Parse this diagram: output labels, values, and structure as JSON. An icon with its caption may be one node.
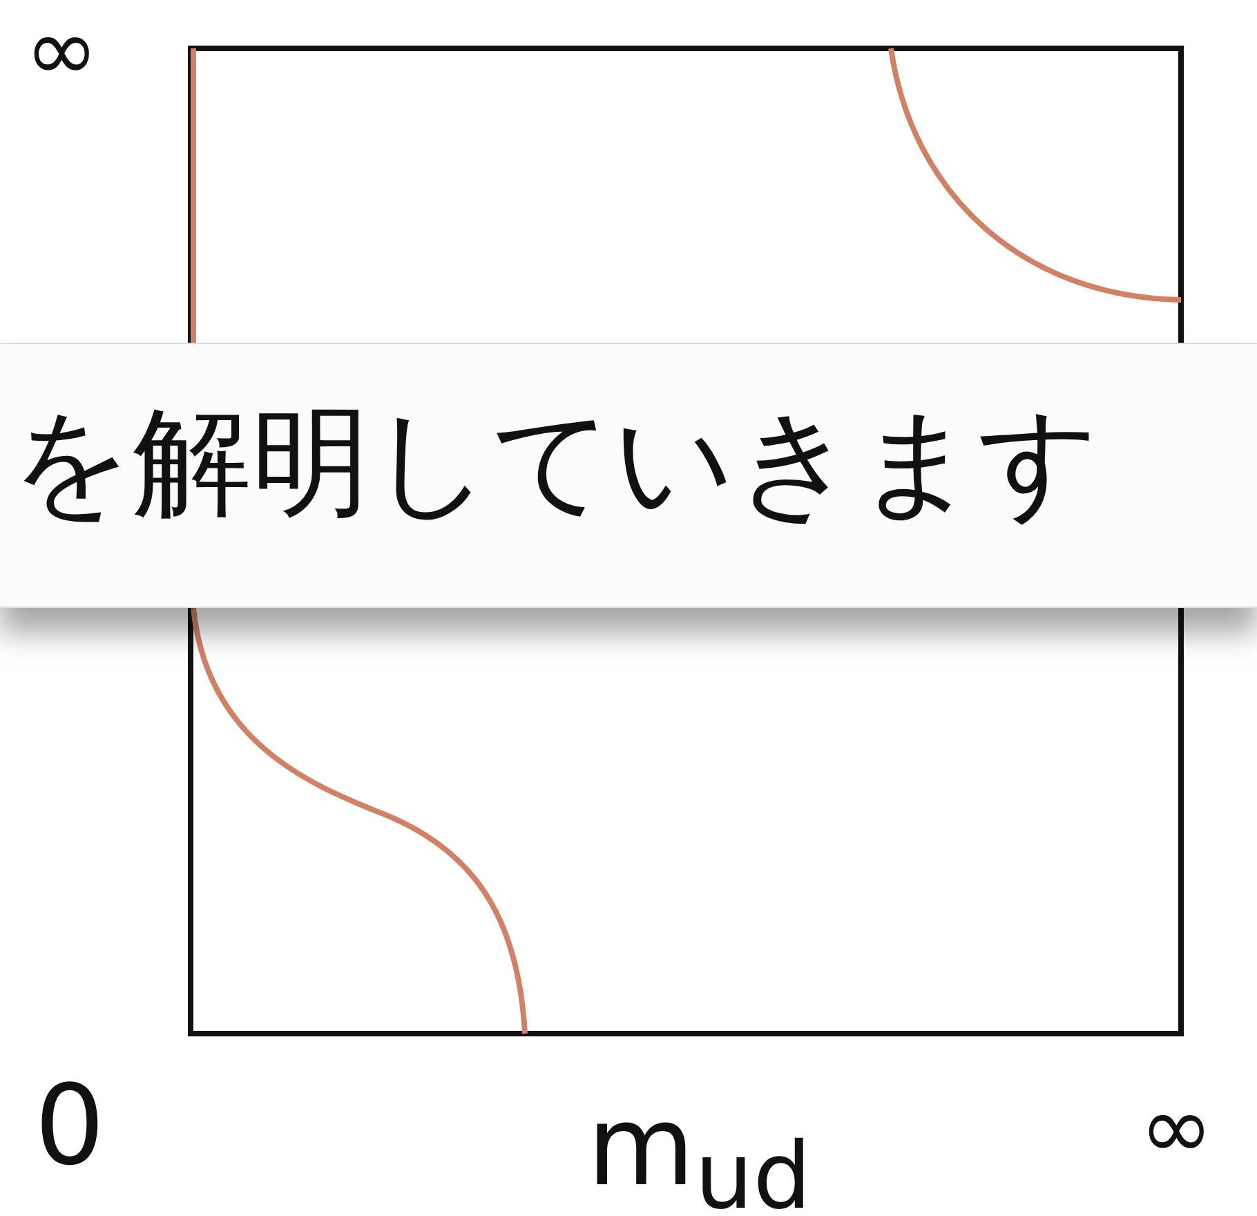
{
  "diagram": {
    "labels": [
      "∞",
      "を解明していきます",
      "0",
      "m$_{ud}$",
      "∞"
    ]
  }
}
